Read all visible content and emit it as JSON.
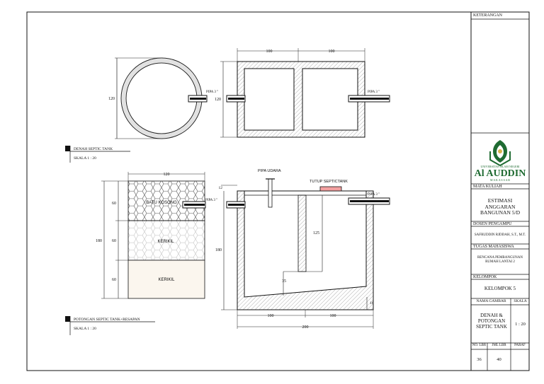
{
  "drawing": {
    "plan_title": "DENAH SEPTIC TANK",
    "plan_scale": "SKALA 1 : 20",
    "section_title": "POTONGAN SEPTIC TANK+RESAPAN",
    "section_scale": "SKALA 1 : 20",
    "pipe_label": "PIPA 3 \"",
    "air_pipe_label": "PIPA UDARA",
    "cover_label": "TUTUP SEPTICTANK",
    "layer_top": "BATU KOSONG",
    "layer_mid": "KERIKIL",
    "layer_bot": "KERIKIL",
    "dims": {
      "circle_dia": "120",
      "plan_left": "100",
      "plan_right": "100",
      "plan_height": "120",
      "absorb_width": "120",
      "absorb_total": "180",
      "absorb_l1": "60",
      "absorb_l2": "60",
      "absorb_l3": "60",
      "tank_depth": "180",
      "baffle_height": "125",
      "sludge": "35",
      "top_gap": "12",
      "floor": "16",
      "sec_left": "100",
      "sec_right": "100",
      "sec_total": "200"
    }
  },
  "title_block": {
    "keterangan": "KETERANGAN",
    "logo_text": "Al AUDDIN",
    "logo_arc": "UNIVERSITAS ISLAM NEGERI",
    "logo_sub": "M A K A S S A R",
    "mata_kuliah_label": "MATA KULIAH",
    "mata_kuliah": "ESTIMASI ANGGARAN BANGUNAN 5/D",
    "dosen_label": "DOSEN PENGAMPU",
    "dosen": "SAFRUDDIN RJDDAH, S.T., M.T.",
    "tugas_label": "TUGAS MAHASISWA",
    "tugas": "RENCANA PEMBANGUNAN RUMAH LANTAI 2",
    "kelompok_label": "KELOMPOK",
    "kelompok": "KELOMPOK 5",
    "nama_gambar_label": "NAMA GAMBAR",
    "skala_label": "SKALA",
    "nama_gambar": "DENAH & POTONGAN SEPTIC TANK",
    "skala": "1 : 20",
    "no_lbr_label": "NO. LBR",
    "jml_lbr_label": "JML LBR",
    "paraf_label": "PARAF",
    "no_lbr": "36",
    "jml_lbr": "40",
    "paraf": ""
  },
  "colors": {
    "line": "#111111",
    "logo": "#1f6b32",
    "cover_fill": "#f3a0a0"
  }
}
